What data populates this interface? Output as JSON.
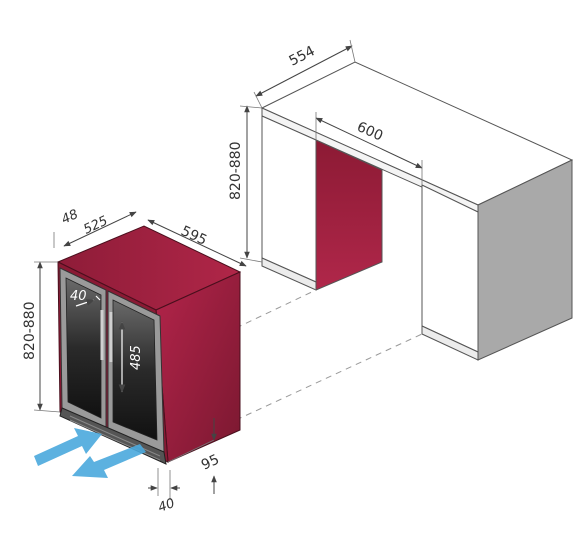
{
  "diagram": {
    "cabinet": {
      "width_label": "554",
      "niche_width_label": "600",
      "height_label": "820-880"
    },
    "appliance": {
      "depth_label": "525",
      "door_depth_label": "48",
      "width_label": "595",
      "height_label": "820-880",
      "door_angle_label": "40",
      "shelf_height_label": "485",
      "plinth_depth_label": "95",
      "plinth_gap_label": "40"
    },
    "colors": {
      "body": "#9c1f3c",
      "body_dark": "#6e1528",
      "cabinet_side": "#a8a8a8",
      "cabinet_face": "#ffffff",
      "airflow": "#4aa8dd"
    }
  }
}
